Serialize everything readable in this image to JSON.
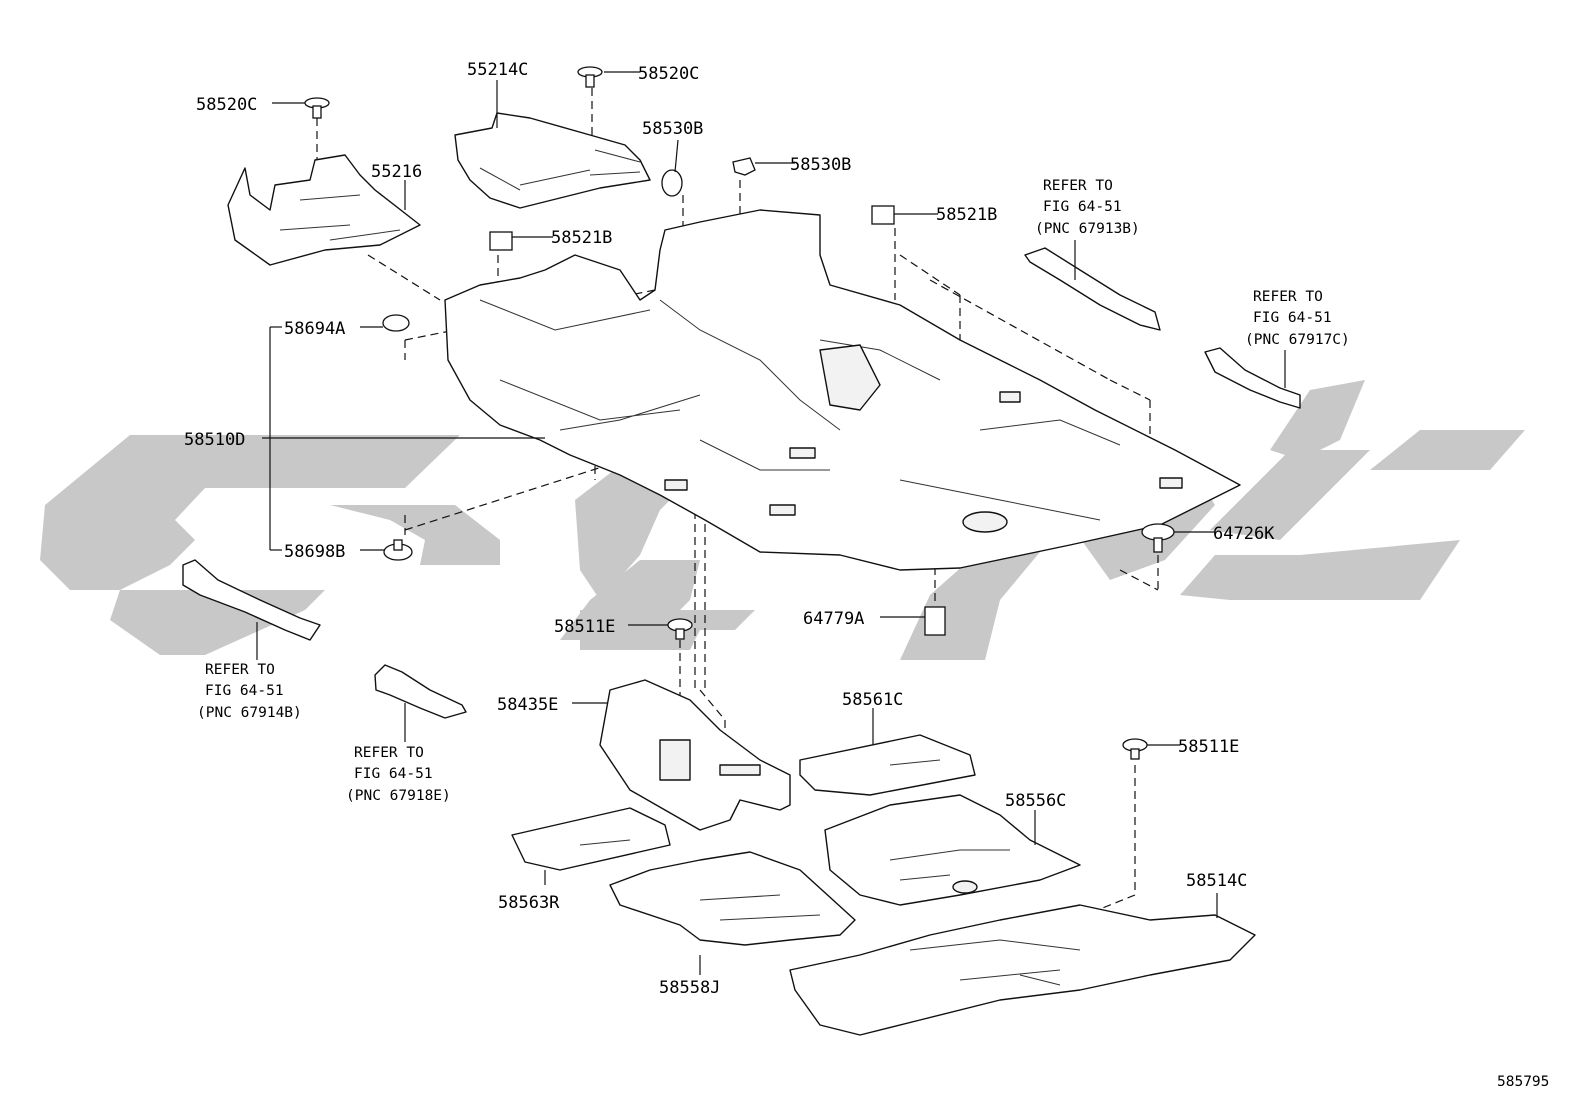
{
  "colors": {
    "watermark": "#c8c8c8",
    "line": "#111111",
    "background": "#ffffff"
  },
  "watermark": {
    "text": "CLGL"
  },
  "labels": {
    "p55214C": "55214C",
    "p58520C_top": "58520C",
    "p58520C_left": "58520C",
    "p55216": "55216",
    "p58530B_a": "58530B",
    "p58530B_b": "58530B",
    "p58521B_a": "58521B",
    "p58521B_b": "58521B",
    "p58694A": "58694A",
    "p58510D": "58510D",
    "p58698B": "58698B",
    "p64726K": "64726K",
    "p64779A": "64779A",
    "p58511E_a": "58511E",
    "p58511E_b": "58511E",
    "p58435E": "58435E",
    "p58561C": "58561C",
    "p58556C": "58556C",
    "p58563R": "58563R",
    "p58514C": "58514C",
    "p58558J": "58558J"
  },
  "references": [
    {
      "line1": "REFER TO",
      "line2": "FIG 64-51",
      "line3": "(PNC 67913B)"
    },
    {
      "line1": "REFER TO",
      "line2": "FIG 64-51",
      "line3": "(PNC 67917C)"
    },
    {
      "line1": "REFER TO",
      "line2": "FIG 64-51",
      "line3": "(PNC 67914B)"
    },
    {
      "line1": "REFER TO",
      "line2": "FIG 64-51",
      "line3": "(PNC 67918E)"
    }
  ],
  "diagram_id": "585795"
}
